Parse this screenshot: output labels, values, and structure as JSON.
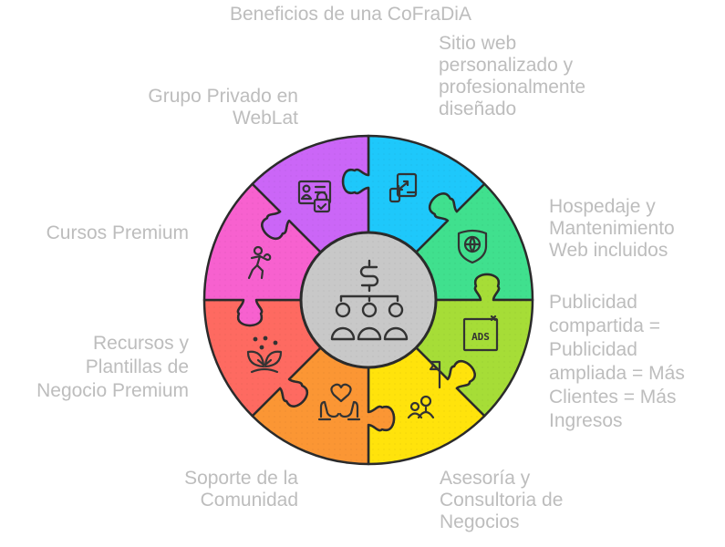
{
  "title": "Beneficios de una CoFraDiA",
  "center": {
    "icon": "money-hierarchy-icon",
    "fill": "#c8c8c8"
  },
  "stroke_color": "#2b2b2b",
  "segments": [
    {
      "id": "sitio-web",
      "label_lines": [
        "Sitio web",
        "personalizado y",
        "profesionalmente",
        "diseñado"
      ],
      "color": "#1ec8fb",
      "icon": "responsive-devices-icon"
    },
    {
      "id": "hospedaje",
      "label_lines": [
        "Hospedaje y",
        "Mantenimiento",
        "Web incluidos"
      ],
      "color": "#40e08e",
      "icon": "shield-globe-icon"
    },
    {
      "id": "publicidad",
      "label_lines": [
        "Publicidad",
        "compartida =",
        "Publicidad",
        "ampliada = Más",
        "Clientes = Más",
        "Ingresos"
      ],
      "color": "#a6dd37",
      "icon": "ads-icon"
    },
    {
      "id": "asesoria",
      "label_lines": [
        "Asesoría y",
        "Consultoria de",
        "Negocios"
      ],
      "color": "#ffe30c",
      "icon": "mentor-flag-icon"
    },
    {
      "id": "soporte",
      "label_lines": [
        "Soporte de la",
        "Comunidad"
      ],
      "color": "#fb9634",
      "icon": "hands-heart-icon"
    },
    {
      "id": "recursos",
      "label_lines": [
        "Recursos y",
        "Plantillas de",
        "Negocio Premium"
      ],
      "color": "#fe6a61",
      "icon": "plant-growth-icon"
    },
    {
      "id": "cursos",
      "label_lines": [
        "Cursos Premium"
      ],
      "color": "#f761cf",
      "icon": "training-person-icon"
    },
    {
      "id": "grupo",
      "label_lines": [
        "Grupo Privado en",
        "WebLat"
      ],
      "color": "#cb66f7",
      "icon": "id-card-lock-icon"
    }
  ]
}
